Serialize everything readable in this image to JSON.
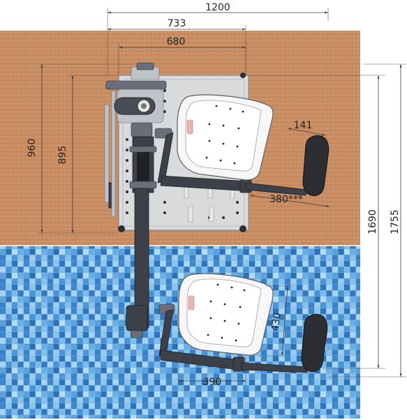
{
  "dimensions": {
    "overall_width": "1200",
    "mount_width": "733",
    "base_width": "680",
    "mount_height": "960",
    "base_height": "895",
    "footrest_width": "141",
    "arm_reach": "380***",
    "seat_depth": "430",
    "seat_width": "390",
    "reach_to_water": "1690",
    "total_reach": "1755"
  },
  "colors": {
    "deck": "#c98d62",
    "pool": "#5aa7de",
    "tile_dark": "#3f86c9",
    "tile_light": "#a9d3f3",
    "frame": "#3d4048"
  }
}
